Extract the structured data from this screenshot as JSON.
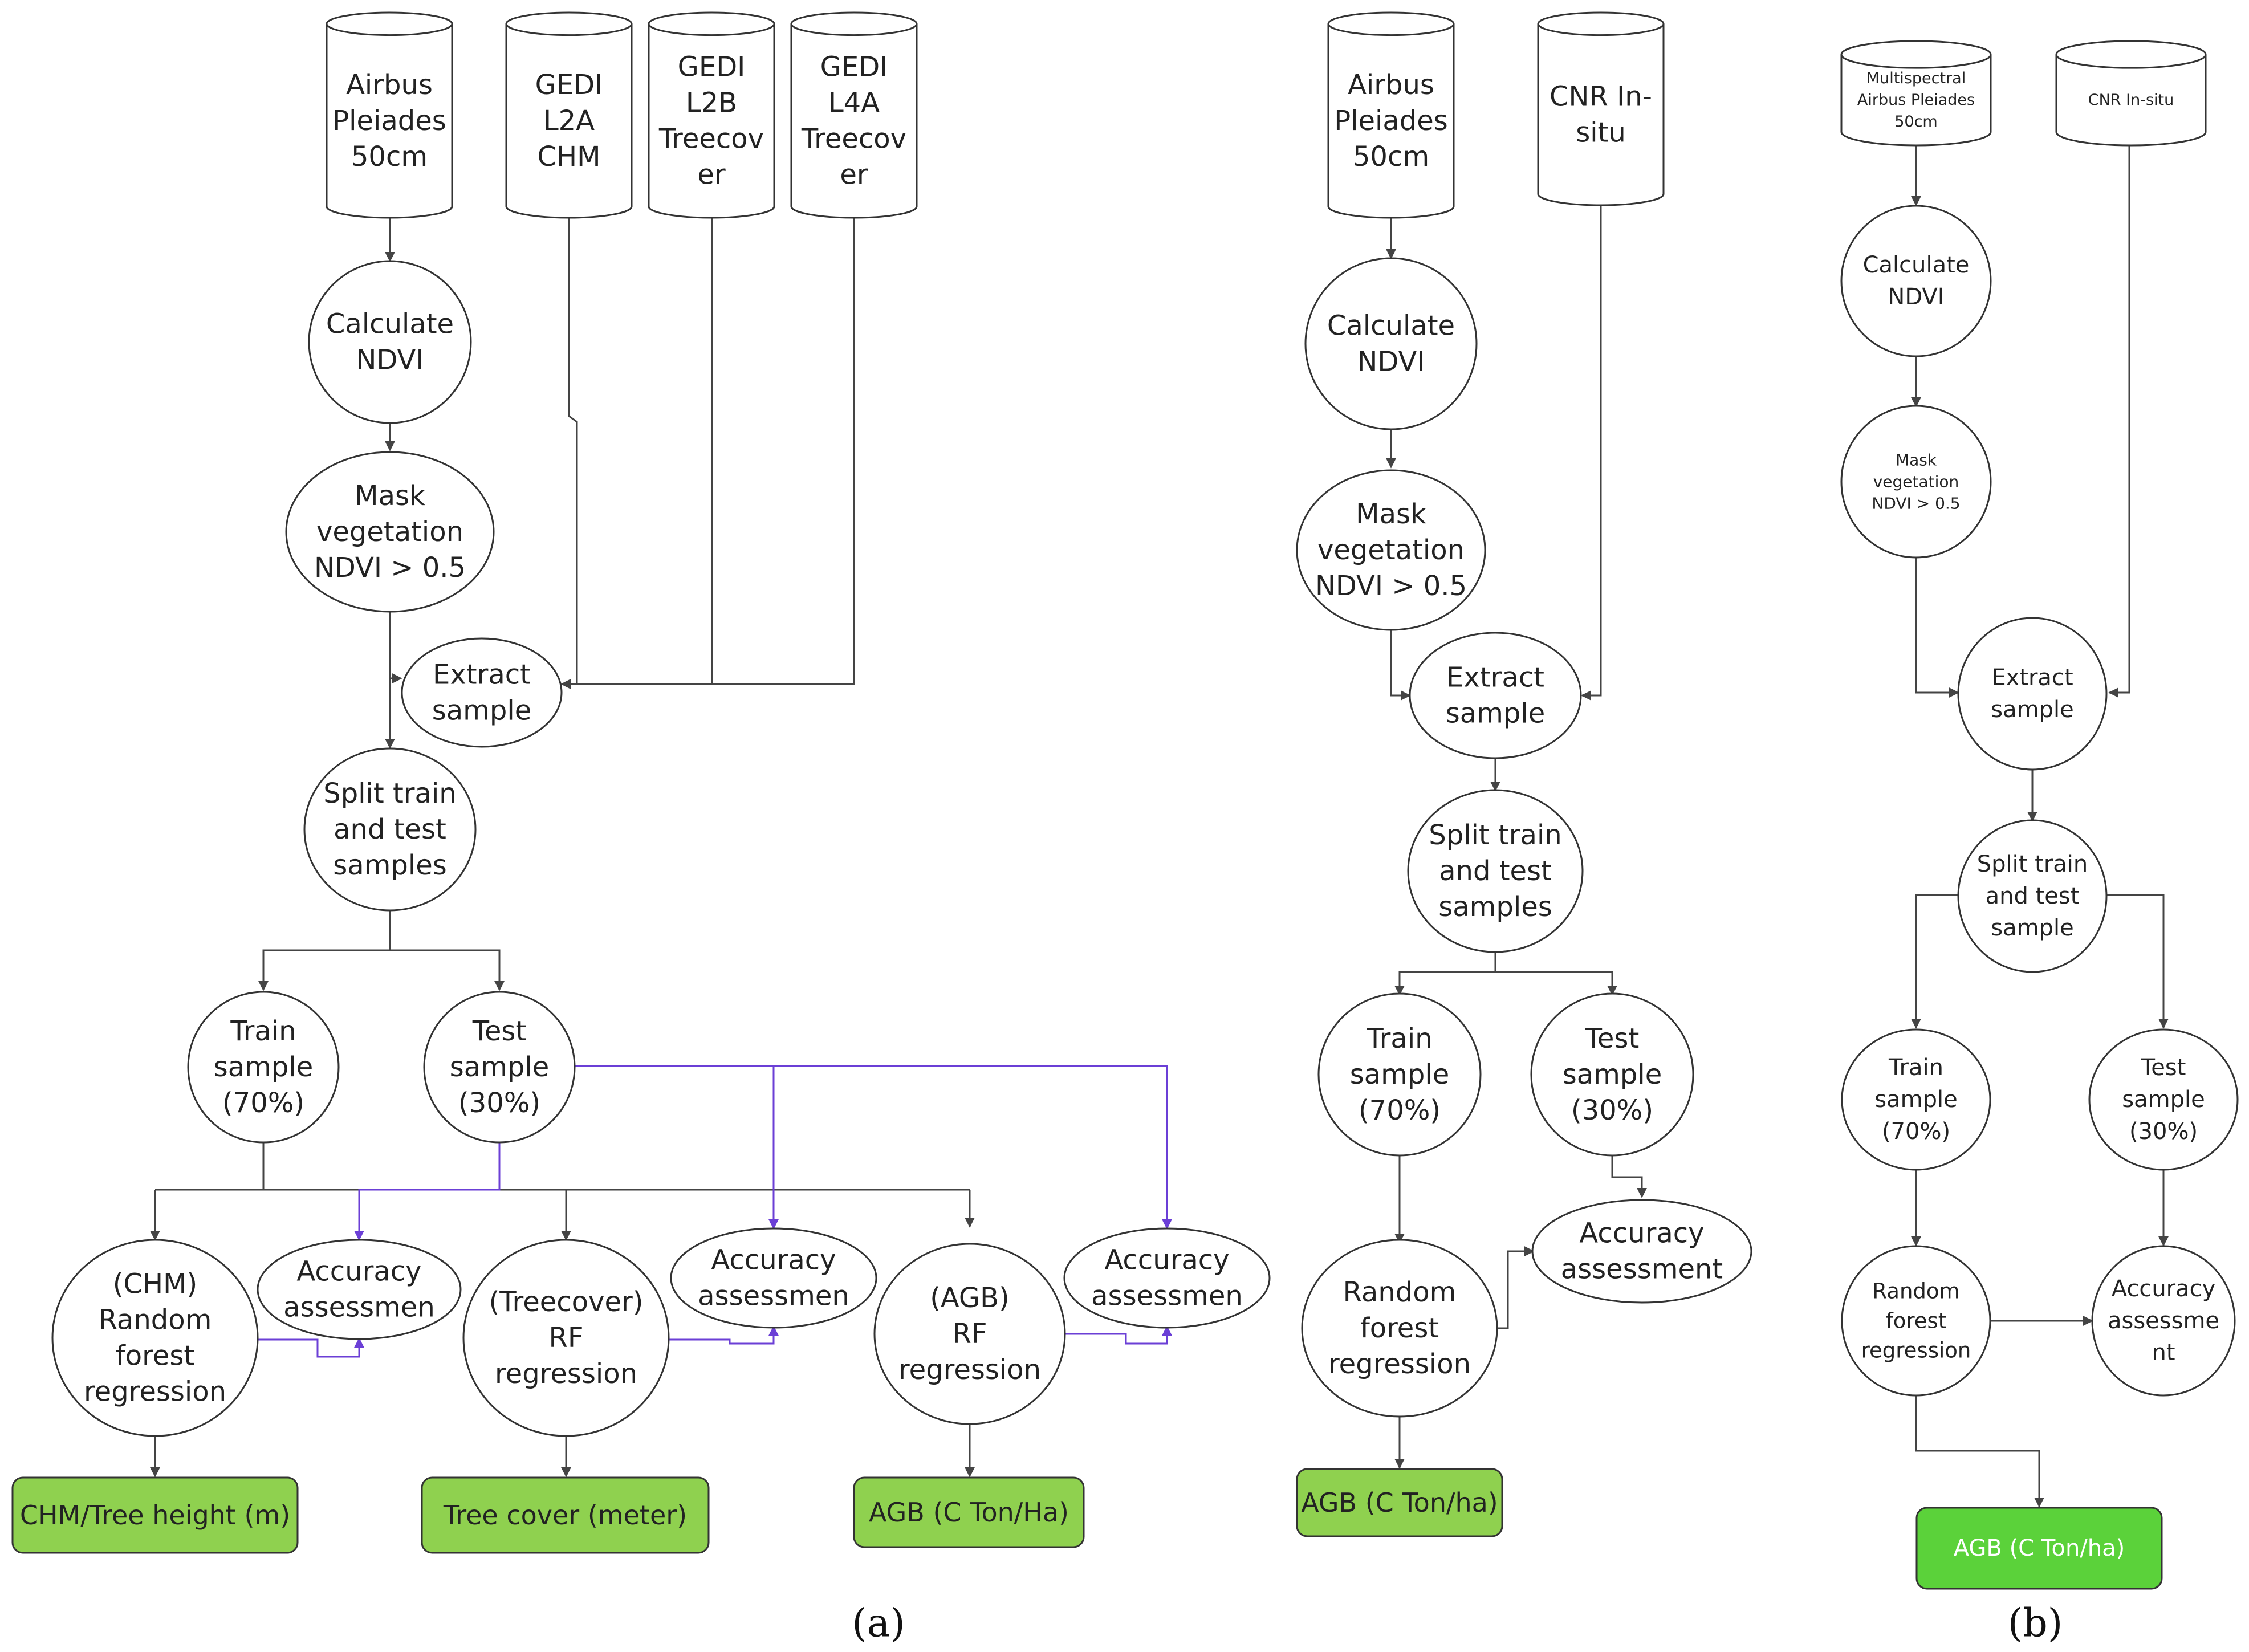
{
  "panel_labels": {
    "a": "(a)",
    "b": "(b)"
  },
  "colors": {
    "output_fill_light": "#8fd14f",
    "output_fill_bright": "#5bd23a",
    "purple_edge": "#6b3fd6"
  },
  "left": {
    "db_airbus": [
      "Airbus",
      "Pleiades",
      "50cm"
    ],
    "db_l2a": [
      "GEDI",
      "L2A",
      "CHM"
    ],
    "db_l2b": [
      "GEDI",
      "L2B",
      "Treecov",
      "er"
    ],
    "db_l4a": [
      "GEDI",
      "L4A",
      "Treecov",
      "er"
    ],
    "ndvi": [
      "Calculate",
      "NDVI"
    ],
    "mask": [
      "Mask",
      "vegetation",
      "NDVI > 0.5"
    ],
    "extract": [
      "Extract",
      "sample"
    ],
    "split": [
      "Split train",
      "and test",
      "samples"
    ],
    "train": [
      "Train",
      "sample",
      "(70%)"
    ],
    "test": [
      "Test",
      "sample",
      "(30%)"
    ],
    "chm_rf": [
      "(CHM)",
      "Random",
      "forest",
      "regression"
    ],
    "acc1": [
      "Accuracy",
      "assessmen"
    ],
    "tree_rf": [
      "(Treecover)",
      "RF",
      "regression"
    ],
    "acc2": [
      "Accuracy",
      "assessmen"
    ],
    "agb_rf": [
      "(AGB)",
      "RF",
      "regression"
    ],
    "acc3": [
      "Accuracy",
      "assessmen"
    ],
    "out_chm": "CHM/Tree height (m)",
    "out_tree": "Tree cover (meter)",
    "out_agb": "AGB (C Ton/Ha)"
  },
  "middle": {
    "db_airbus": [
      "Airbus",
      "Pleiades",
      "50cm"
    ],
    "db_cnr": [
      "CNR In-",
      "situ"
    ],
    "ndvi": [
      "Calculate",
      "NDVI"
    ],
    "mask": [
      "Mask",
      "vegetation",
      "NDVI > 0.5"
    ],
    "extract": [
      "Extract",
      "sample"
    ],
    "split": [
      "Split train",
      "and test",
      "samples"
    ],
    "train": [
      "Train",
      "sample",
      "(70%)"
    ],
    "test": [
      "Test",
      "sample",
      "(30%)"
    ],
    "acc": [
      "Accuracy",
      "assessment"
    ],
    "rf": [
      "Random",
      "forest",
      "regression"
    ],
    "out_agb": "AGB (C Ton/ha)"
  },
  "right": {
    "db_multi": [
      "Multispectral",
      "Airbus Pleiades",
      "50cm"
    ],
    "db_cnr": [
      "CNR In-situ"
    ],
    "ndvi": [
      "Calculate",
      "NDVI"
    ],
    "mask": [
      "Mask",
      "vegetation",
      "NDVI > 0.5"
    ],
    "extract": [
      "Extract",
      "sample"
    ],
    "split": [
      "Split train",
      "and test",
      "sample"
    ],
    "train": [
      "Train",
      "sample",
      "(70%)"
    ],
    "test": [
      "Test",
      "sample",
      "(30%)"
    ],
    "rf": [
      "Random",
      "forest",
      "regression"
    ],
    "acc": [
      "Accuracy",
      "assessme",
      "nt"
    ],
    "out_agb": "AGB (C Ton/ha)"
  }
}
